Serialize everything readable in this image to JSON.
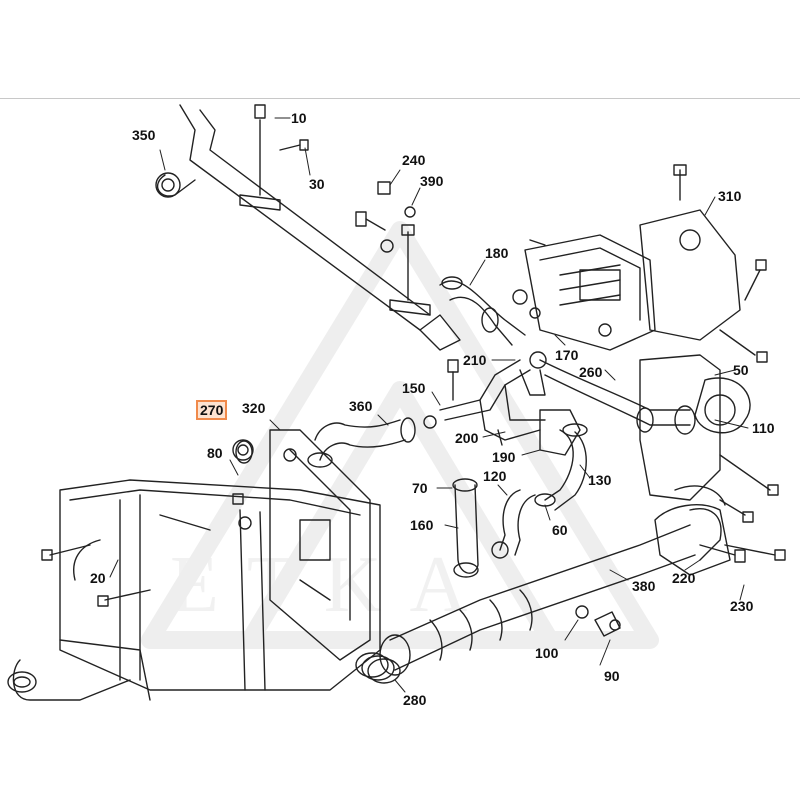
{
  "diagram": {
    "watermark_text": "ETKA",
    "selected_part": "270",
    "callouts": {
      "c10": "10",
      "c20": "20",
      "c30": "30",
      "c50": "50",
      "c60": "60",
      "c70": "70",
      "c80": "80",
      "c90": "90",
      "c100": "100",
      "c110": "110",
      "c120": "120",
      "c130": "130",
      "c150": "150",
      "c160": "160",
      "c170": "170",
      "c180": "180",
      "c190": "190",
      "c200": "200",
      "c210": "210",
      "c220": "220",
      "c230": "230",
      "c240": "240",
      "c260": "260",
      "c270": "270",
      "c280": "280",
      "c310": "310",
      "c320": "320",
      "c350": "350",
      "c360": "360",
      "c380": "380",
      "c390": "390"
    },
    "colors": {
      "line": "#222222",
      "highlight_border": "#f08a4b",
      "highlight_fill": "#fde3d1"
    }
  }
}
